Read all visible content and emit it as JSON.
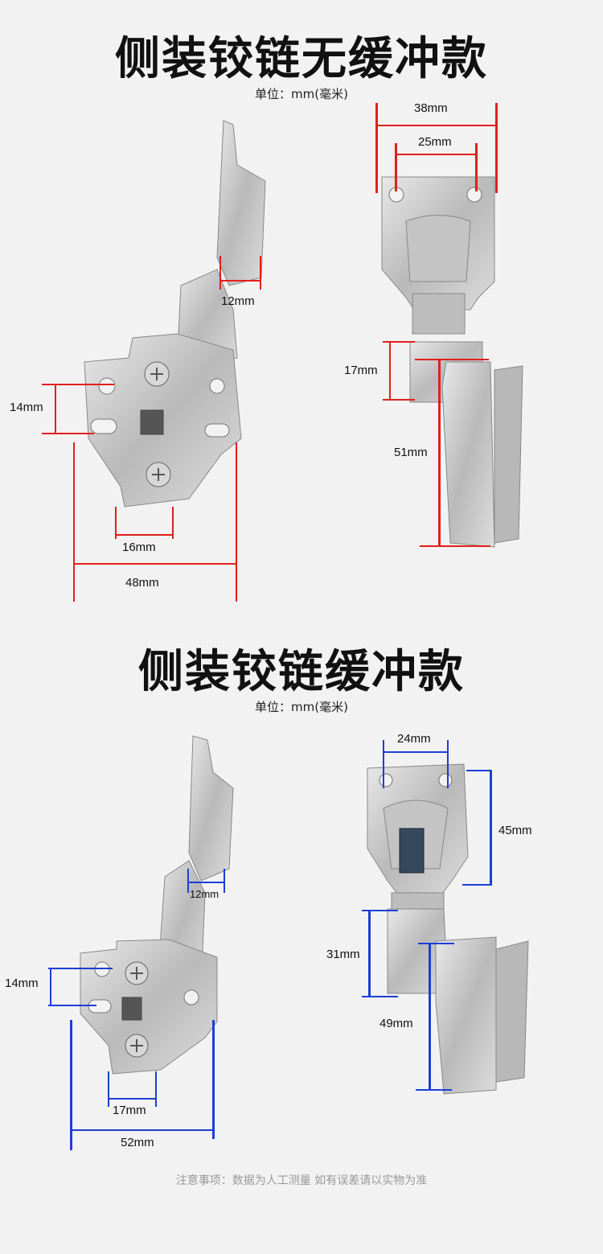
{
  "panel1": {
    "title": "侧装铰链无缓冲款",
    "unit": "单位：mm(毫米)",
    "dims": {
      "d38": "38mm",
      "d25": "25mm",
      "d12": "12mm",
      "d17": "17mm",
      "d14": "14mm",
      "d51": "51mm",
      "d16": "16mm",
      "d48": "48mm"
    }
  },
  "panel2": {
    "title": "侧装铰链缓冲款",
    "unit": "单位：mm(毫米)",
    "dims": {
      "d24": "24mm",
      "d45": "45mm",
      "d12": "12mm",
      "d31": "31mm",
      "d14": "14mm",
      "d49": "49mm",
      "d17": "17mm",
      "d52": "52mm"
    }
  },
  "footnote": "注意事项：数据为人工测量 如有误差请以实物为准",
  "colors": {
    "measure_panel1": "#e0201a",
    "measure_panel2": "#1a3fd6",
    "metal": "#c9c9c9"
  }
}
